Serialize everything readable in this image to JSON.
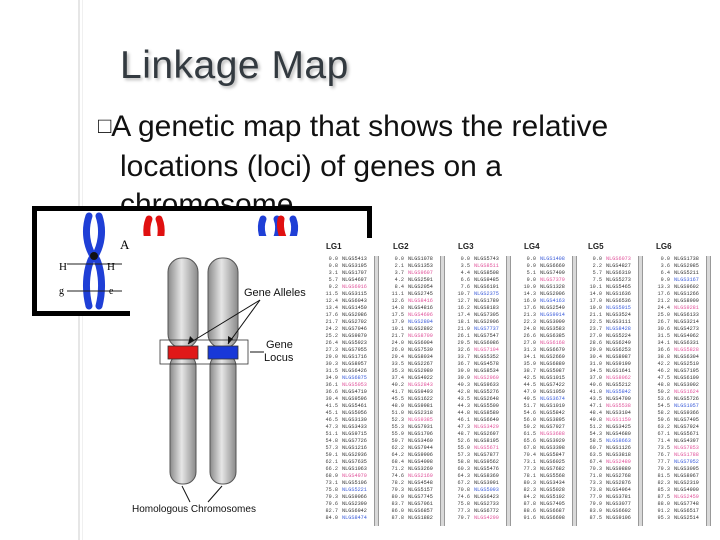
{
  "slide": {
    "title": "Linkage Map",
    "bullet_glyph": "□",
    "bullet_line1": "A genetic map that shows the relative",
    "bullet_line2": "locations (loci) of genes on a",
    "bullet_line3": "chromosome"
  },
  "chromosome_figure": {
    "label_top": "A",
    "label_left_H": "H",
    "label_mid_H": "H",
    "label_g": "g",
    "label_e": "e",
    "colors": {
      "chromosome_blue": "#1f3fd6",
      "chromosome_red": "#e01010"
    }
  },
  "homologous_figure": {
    "gene_alleles": "Gene Alleles",
    "gene_locus_line1": "Gene",
    "gene_locus_line2": "Locus",
    "caption": "Homologous Chromosomes",
    "colors": {
      "allele_red": "#e01818",
      "allele_blue": "#1838d8",
      "chromosome_gray": "#b9b9b9"
    }
  },
  "linkage_groups": {
    "headers": [
      "LG1",
      "LG2",
      "LG3",
      "LG4",
      "LG5",
      "LG6"
    ],
    "marker_prefix": "NLGS",
    "colors": {
      "highlight_pink": "#e0529a",
      "highlight_blue": "#3a5bd9",
      "text": "#333333"
    }
  }
}
